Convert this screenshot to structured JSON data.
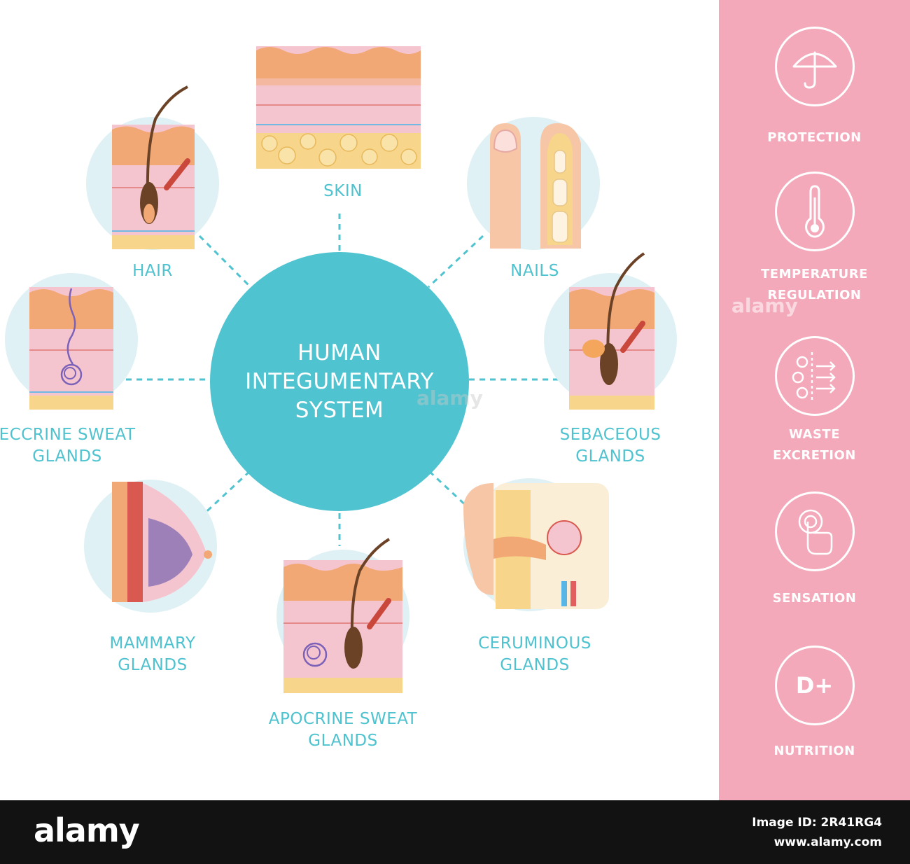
{
  "title": [
    "HUMAN",
    "INTEGUMENTARY",
    "SYSTEM"
  ],
  "nodes": {
    "skin": [
      "SKIN"
    ],
    "hair": [
      "HAIR"
    ],
    "nails": [
      "NAILS"
    ],
    "eccrine": [
      "ECCRINE SWEAT",
      "GLANDS"
    ],
    "sebaceous": [
      "SEBACEOUS",
      "GLANDS"
    ],
    "mammary": [
      "MAMMARY",
      "GLANDS"
    ],
    "ceruminous": [
      "CERUMINOUS",
      "GLANDS"
    ],
    "apocrine": [
      "APOCRINE SWEAT",
      "GLANDS"
    ]
  },
  "functions": [
    {
      "icon": "umbrella-icon",
      "label": [
        "PROTECTION"
      ]
    },
    {
      "icon": "thermometer-icon",
      "label": [
        "TEMPERATURE",
        "REGULATION"
      ]
    },
    {
      "icon": "excretion-icon",
      "label": [
        "WASTE",
        "EXCRETION"
      ]
    },
    {
      "icon": "touch-icon",
      "label": [
        "SENSATION"
      ]
    },
    {
      "icon": "vitamin-d-icon",
      "glyph": "D+",
      "label": [
        "NUTRITION"
      ]
    }
  ],
  "watermark": {
    "brand": "alamy",
    "image_id_label": "Image ID: 2R41RG4",
    "site": "www.alamy.com",
    "overlay": "alamy",
    "marks": "a"
  },
  "colors": {
    "teal": "#4fc3cf",
    "pink_panel": "#f4a9bb",
    "skin_pink": "#f5c5cf",
    "epidermis": "#f2a874",
    "fat": "#f7d58a"
  }
}
